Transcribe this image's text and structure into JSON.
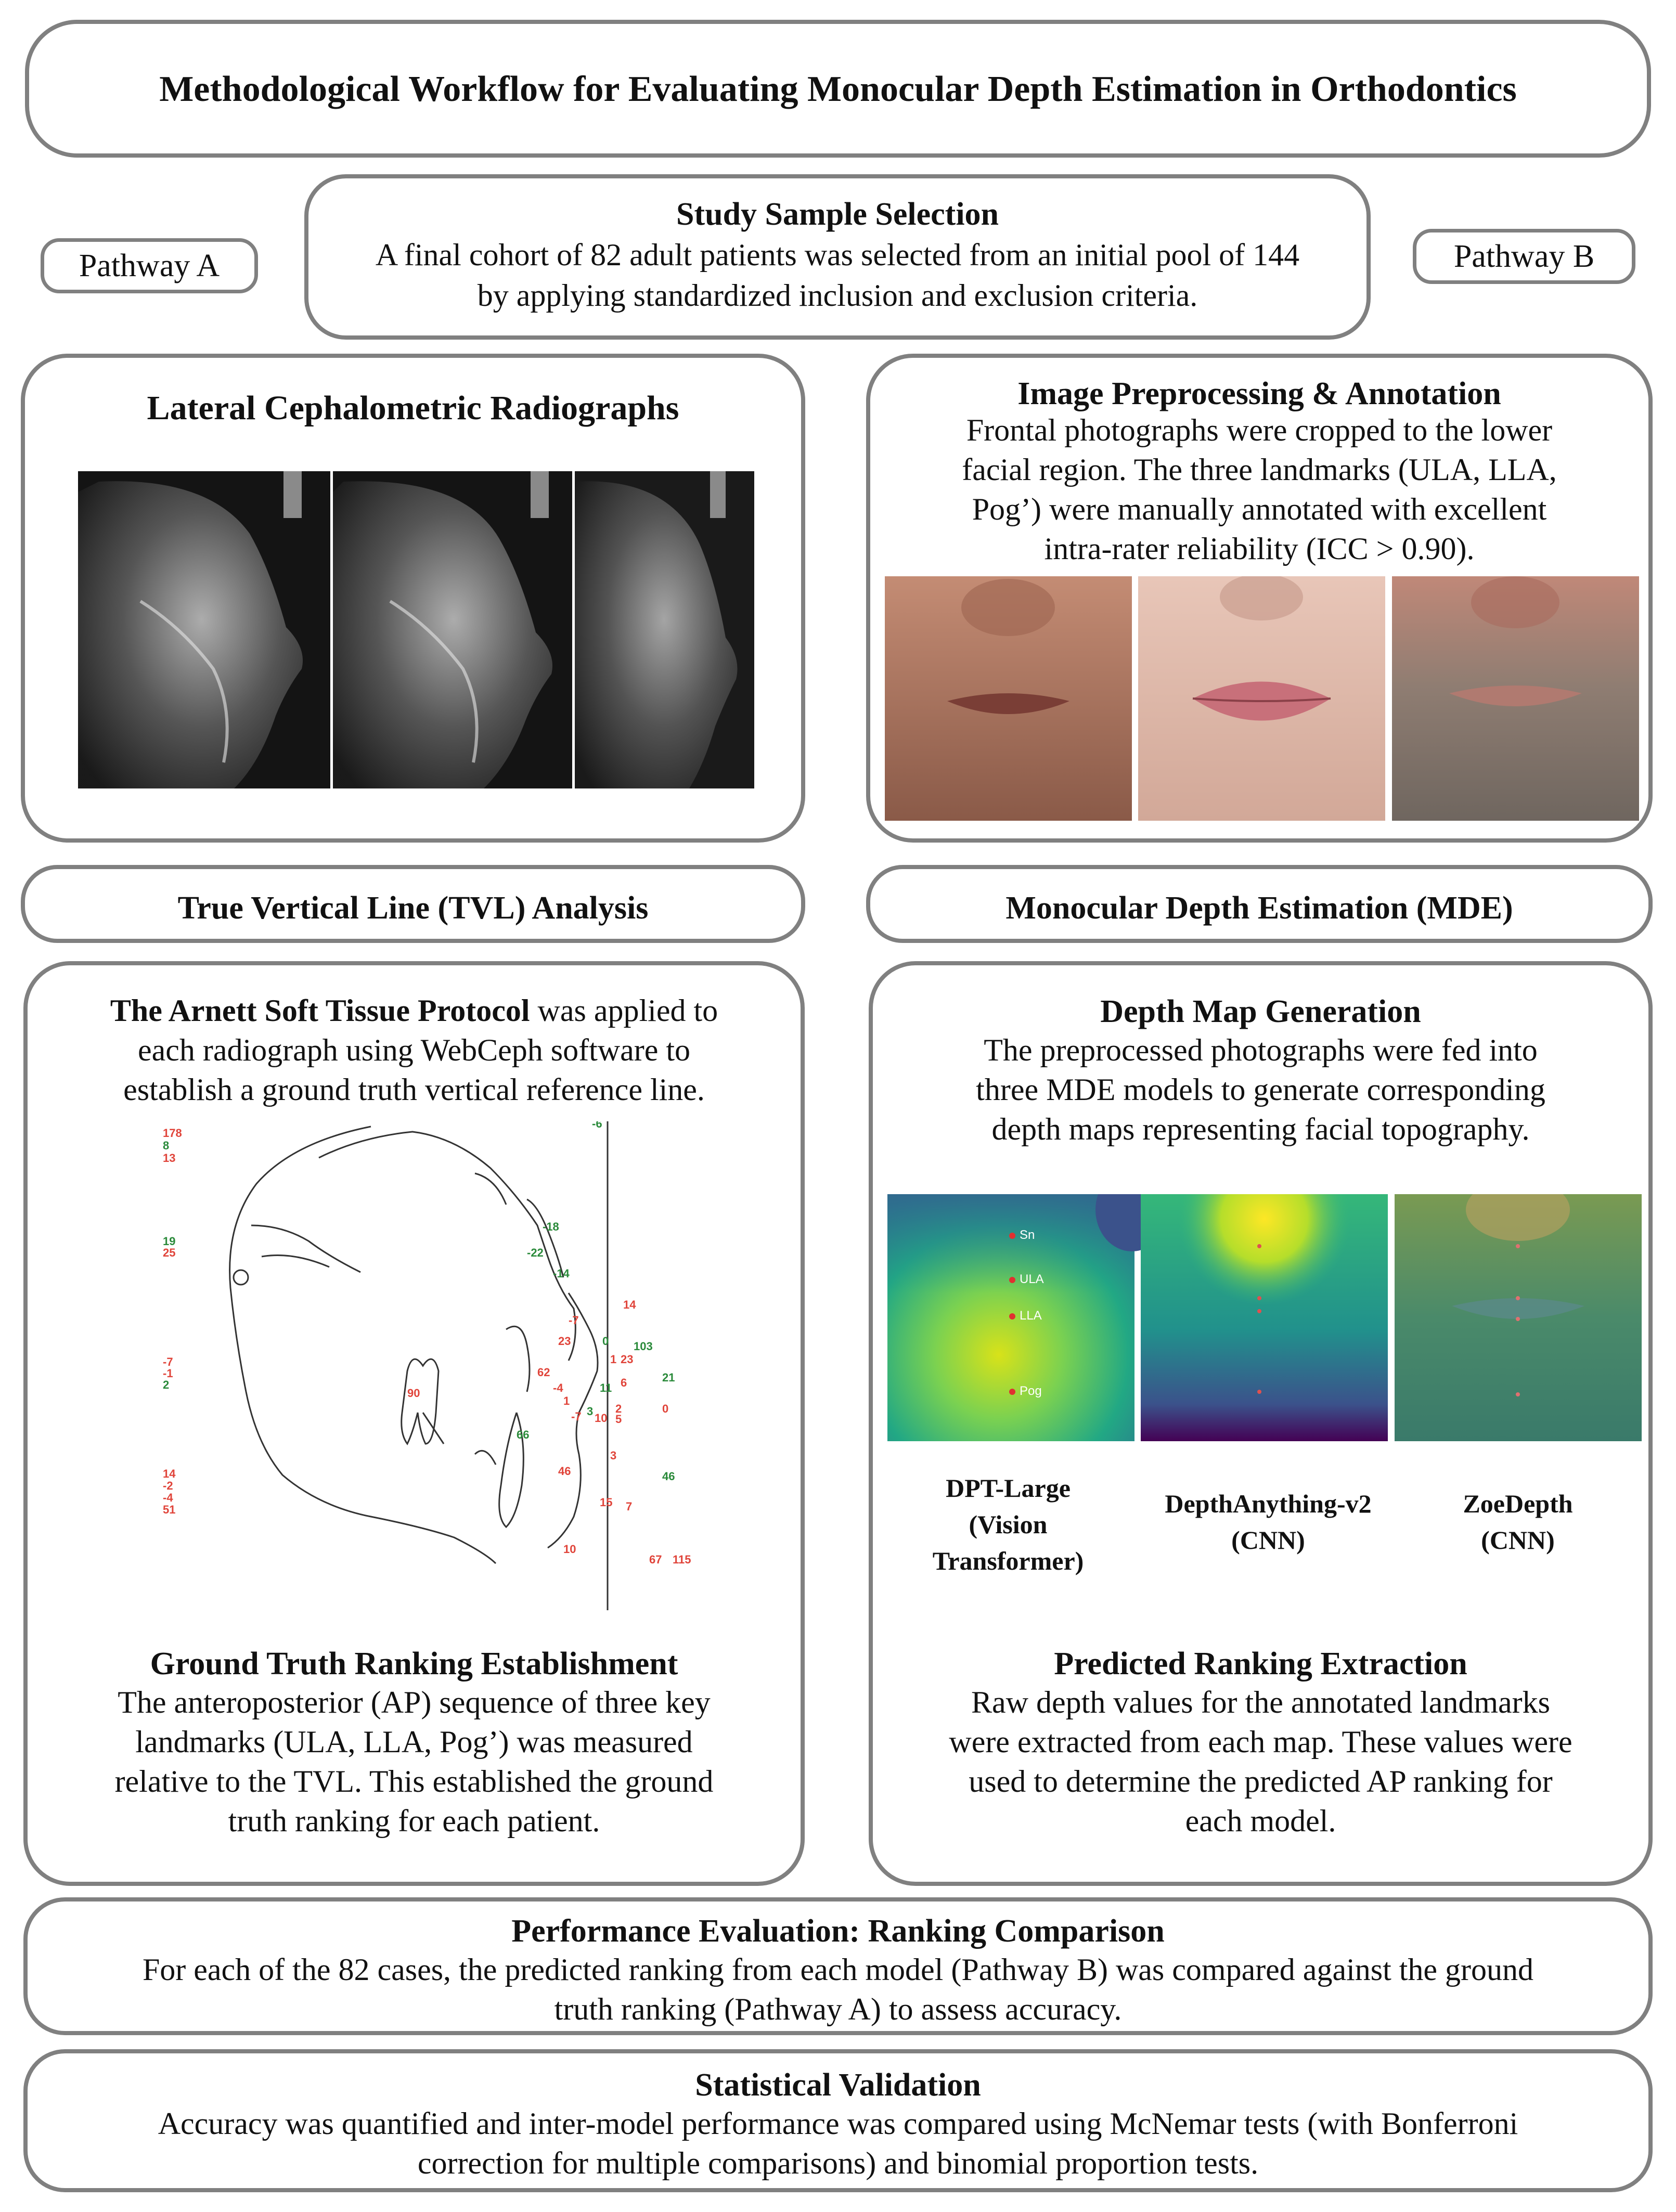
{
  "title": "Methodological Workflow for Evaluating Monocular Depth Estimation in Orthodontics",
  "pathway_a": "Pathway A",
  "pathway_b": "Pathway B",
  "sample": {
    "heading": "Study Sample Selection",
    "line1": "A final cohort of 82 adult patients was selected from an initial pool of 144",
    "line2": "by applying standardized inclusion and exclusion criteria."
  },
  "radiographs": {
    "heading": "Lateral Cephalometric Radiographs"
  },
  "preprocessing": {
    "heading": "Image Preprocessing & Annotation",
    "lines": [
      "Frontal photographs were cropped to the lower",
      "facial region. The three landmarks (ULA, LLA,",
      "Pog’) were manually annotated with excellent",
      "intra-rater reliability (ICC > 0.90)."
    ]
  },
  "tvl": {
    "heading": "True Vertical Line (TVL) Analysis"
  },
  "mde": {
    "heading": "Monocular Depth Estimation (MDE)"
  },
  "arnett": {
    "bold": "The Arnett Soft Tissue Protocol",
    "rest1": " was applied to",
    "line2": "each radiograph using WebCeph software to",
    "line3": "establish a ground truth vertical reference line."
  },
  "tracing_numbers": {
    "left_top": [
      "178",
      "8",
      "13"
    ],
    "left_mid": [
      "19",
      "25"
    ],
    "left_low": [
      "-7",
      "-1",
      "2"
    ],
    "left_bottom": [
      "14",
      "-2",
      "-4",
      "51"
    ],
    "top_line": "-6",
    "n18": "-18",
    "n22": "-22",
    "n14a": "-14",
    "n14b": "14",
    "n7": "-7",
    "n23": "23",
    "n0": "0",
    "n103": "103",
    "n1": "1",
    "n23b": "23",
    "n62": "62",
    "n90": "90",
    "n4": "-4",
    "n1b": "1",
    "n11": "11",
    "n6": "6",
    "n21": "21",
    "n3": "3",
    "n7b": "-7",
    "n10": "10",
    "n2": "2",
    "n5": "5",
    "n0b": "0",
    "n66": "66",
    "n46": "46",
    "n3b": "3",
    "n46b": "46",
    "n15": "15",
    "n7c": "7",
    "n10b": "10",
    "n67": "67",
    "n115": "115"
  },
  "ground_truth": {
    "heading": "Ground Truth Ranking Establishment",
    "lines": [
      "The anteroposterior (AP) sequence of three key",
      "landmarks (ULA, LLA, Pog’) was measured",
      "relative to the TVL. This established the ground",
      "truth ranking for each patient."
    ]
  },
  "depth_map": {
    "heading": "Depth Map Generation",
    "lines": [
      "The preprocessed photographs were fed into",
      "three MDE models to generate corresponding",
      "depth maps representing facial topography."
    ],
    "landmarks": [
      "Sn",
      "ULA",
      "LLA",
      "Pog"
    ]
  },
  "models": [
    {
      "lines": [
        "DPT-Large",
        "(Vision",
        "Transformer)"
      ]
    },
    {
      "lines": [
        "DepthAnything-v2",
        "(CNN)"
      ]
    },
    {
      "lines": [
        "ZoeDepth",
        "(CNN)"
      ]
    }
  ],
  "predicted": {
    "heading": "Predicted Ranking Extraction",
    "lines": [
      "Raw depth values for the annotated landmarks",
      "were extracted from each map. These values were",
      "used to determine the predicted AP ranking for",
      "each model."
    ]
  },
  "performance": {
    "heading": "Performance Evaluation: Ranking Comparison",
    "line1": "For each of the 82 cases, the predicted ranking from each model (Pathway B) was compared against the ground",
    "line2": "truth ranking (Pathway A) to assess accuracy."
  },
  "statistical": {
    "heading": "Statistical Validation",
    "line1": "Accuracy was quantified and inter-model performance was compared using McNemar tests (with Bonferroni",
    "line2": "correction for multiple comparisons) and binomial proportion tests."
  },
  "colors": {
    "border": "#808080",
    "tracing_red": "#e0443a",
    "tracing_green": "#2a8a3a",
    "viridis_yellow": "#fde725",
    "viridis_purple": "#440154"
  }
}
